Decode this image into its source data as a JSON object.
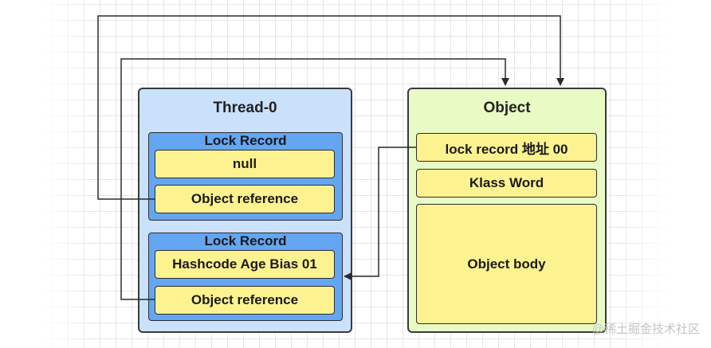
{
  "thread": {
    "title": "Thread-0",
    "lock_records": [
      {
        "title": "Lock Record",
        "cells": [
          "null",
          "Object reference"
        ]
      },
      {
        "title": "Lock Record",
        "cells": [
          "Hashcode Age Bias 01",
          "Object reference"
        ]
      }
    ]
  },
  "object": {
    "title": "Object",
    "cells": [
      "lock record 地址 00",
      "Klass Word",
      "Object body"
    ]
  },
  "watermark": "@稀土掘金技术社区",
  "colors": {
    "thread_bg": "#c9e1fb",
    "lock_record_bg": "#64a6f2",
    "cell_bg": "#fdf290",
    "object_bg": "#e9fbc4"
  }
}
